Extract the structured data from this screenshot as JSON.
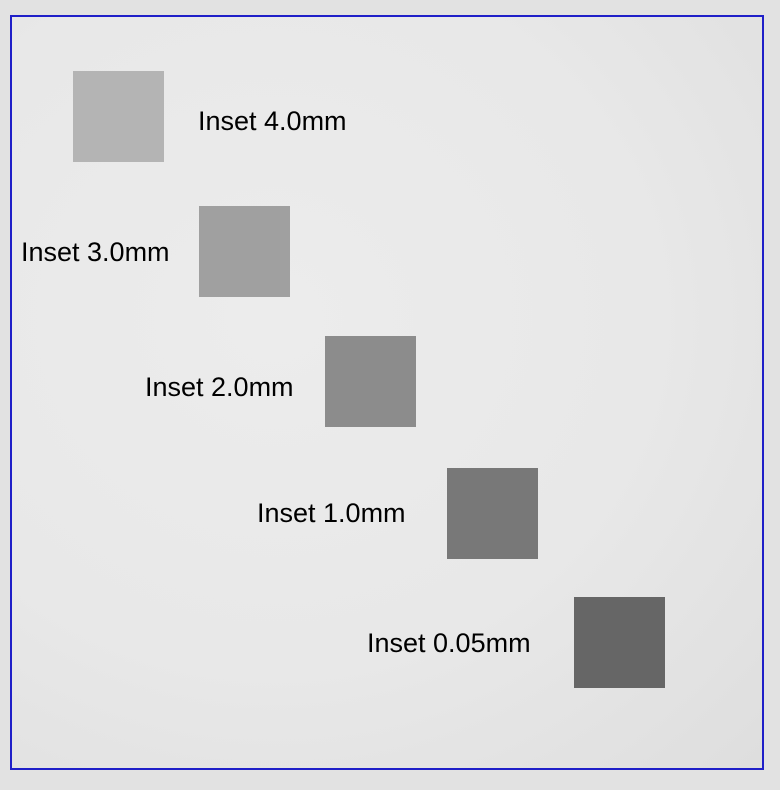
{
  "insets": [
    {
      "label": "Inset 4.0mm",
      "color": "#b4b4b4"
    },
    {
      "label": "Inset 3.0mm",
      "color": "#a0a0a0"
    },
    {
      "label": "Inset 2.0mm",
      "color": "#8c8c8c"
    },
    {
      "label": "Inset 1.0mm",
      "color": "#787878"
    },
    {
      "label": "Inset 0.05mm",
      "color": "#666666"
    }
  ],
  "frame_color": "#1f1fc8"
}
